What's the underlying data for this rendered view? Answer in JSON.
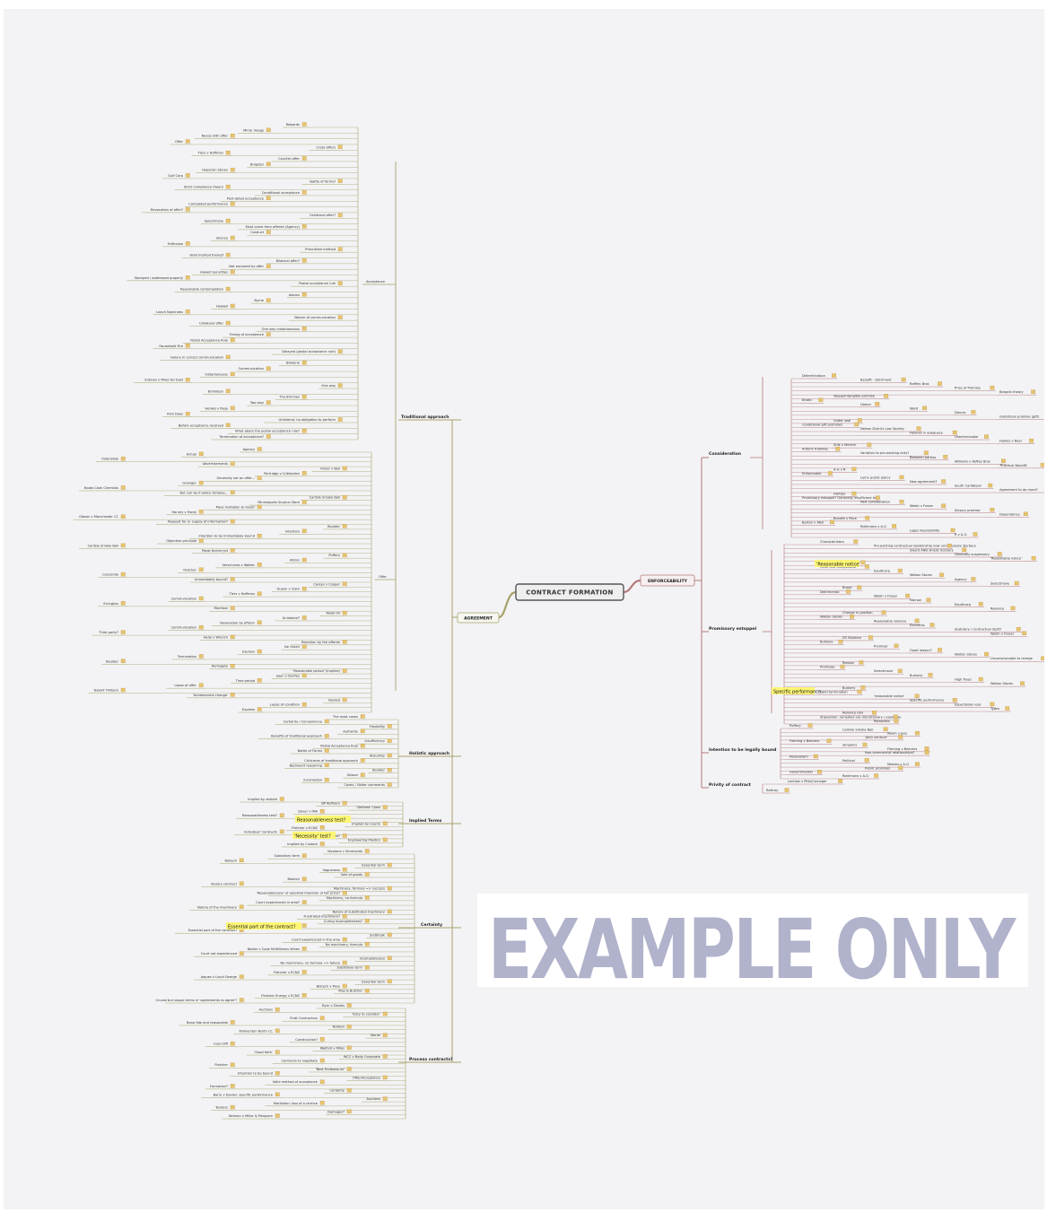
{
  "root": "CONTRACT FORMATION",
  "watermark": "EXAMPLE ONLY",
  "agreement": {
    "label": "AGREEMENT",
    "branches": [
      "Traditional approach",
      "Holistic approach",
      "Implied Terms",
      "Certainty",
      "Process contracts?"
    ],
    "traditional": {
      "acceptance": "Acceptance",
      "offer": "Offer",
      "nodes": [
        "Rewards",
        "Mirror image",
        "Nexus with offer",
        "Offer",
        "Cross-offers",
        "Tiers v Hoffman",
        "Counter-offer",
        "Brogden",
        "Hyperion Stores",
        "Gulf Corp",
        "Battle of forms?",
        "Strict compliance theory",
        "Conditional acceptance",
        "Post-dated acceptance",
        "Completed performance",
        "Revocation of offer?",
        "Unilateral offer?",
        "Selectmove",
        "Must come from offeree (Agency)",
        "Conduct",
        "Silence",
        "Felthouse",
        "Prescribed method",
        "Valid method thereof",
        "Bilateral offer?",
        "Not excluded by offer",
        "Howell Securities",
        "Stamped / addressed properly",
        "Postal acceptance rule",
        "Reasonable contemplation",
        "Adams",
        "Byrne",
        "Holwell",
        "Leach Nominees",
        "Waiver of communication",
        "Unilateral offer",
        "One way instantaneous",
        "Timing of acceptance",
        "Postal Acceptance Rule",
        "Household Fire",
        "Delayed (postal acceptance rule)",
        "Failure in correct communication",
        "Bilateral",
        "Communication",
        "Instantaneous",
        "Entores v Miles Far East",
        "One way",
        "Brinkibon",
        "The Brimnes",
        "Two way",
        "Henkel v Pape",
        "Rick Dees",
        "Unilateral: no obligation to perform",
        "Before acceptance received",
        "What about the postal acceptance rule?",
        "Termination of acceptance?"
      ],
      "offer_nodes": [
        "Agency",
        "Actual",
        "Ostensible",
        "Advertisements",
        "Fisher v Bell",
        "Partridge v Crittenden",
        "Generally not an offer...",
        "Grainger",
        "Boots Cash Chemists",
        "But can be if policy dictates...",
        "Carlisle Smoke Ball",
        "Minneapolis Surplus Store",
        "Mere invitation to treat?",
        "Harvey v Facey",
        "Gibson v Manchester CC",
        "Request for or supply of information?",
        "Boulder",
        "Intention",
        "Intention to be immediately bound",
        "Objective principle",
        "Carlisle Smoke Ball",
        "Pepsi Harrier Jet",
        "Puffery",
        "Atkins",
        "Verschures v Walker",
        "Fletcher",
        "Concordia",
        "Immediately bound?",
        "Careys v Cooper",
        "Queen v Clark",
        "Tiers v Hoffman",
        "Communication",
        "Errington",
        "Morrison",
        "Mobil Oil",
        "Unilateral?",
        "Revocation by offeror",
        "Communication",
        "Third party?",
        "Hyde v Wrench",
        "Rejection by the offeree",
        "De Groen",
        "Express",
        "Termination",
        "Boulder",
        "Ramsgate",
        "'Reasonable period' (Implied)",
        "Sean v Dunfey",
        "Time period",
        "Lapse of offer",
        "Dysart Timbers",
        "'fundamental change'",
        "Implied",
        "Lapse of condition",
        "Express"
      ]
    },
    "holistic": [
      "The most cases",
      "Certainty / Convenience",
      "Flexibility",
      "Authority",
      "Benefits of traditional approach",
      "Insufficiency",
      "Postal Acceptance Rule",
      "Battle of Forms",
      "Absurdity",
      "Criticisms of traditional approach",
      "Backward reasoning",
      "Boulder",
      "Gibson",
      "Eurymedon",
      "Cases / Obiter comments"
    ],
    "implied": [
      "Implied by statute",
      "BP Refinery",
      "'Defined' Class",
      "Dover v IMA",
      "Reasonableness test?",
      "Tai Hing Cotton Mill",
      "Implied by Courts",
      "Fletcher v ECNZ",
      "Individual' Contracts",
      "'Necessity' test?",
      "Engineering Plastics",
      "Implied by Custom"
    ],
    "certainty": [
      "Nicolene v Simmonds",
      "Subsidiary term",
      "Biotech",
      "Essential term",
      "Vagueness",
      "Sale of goods",
      "Biotech",
      "Illusory contract",
      "Machinery, formula => success",
      "'Reasonableness' of assorted intention of fair price?",
      "Machinery, no formula",
      "Court experienced in area?",
      "Nature of the machinery",
      "Nature of substituted machinery",
      "Frustrated machinery?",
      "Curing incompleteness?",
      "Nature of the prescribed formula",
      "Essential part of the contract?",
      "Sudbrook",
      "Court experienced in the area",
      "No machinery, formula",
      "Nation v Cook McWilliams Wines",
      "Court not experienced",
      "Incompleteness",
      "No machinery, no formula => failure",
      "Subsidiary term",
      "Fletcher v ECNZ",
      "Jaques v Lloyd George",
      "Essential term",
      "Biotech v Pace",
      "May & Butcher",
      "Fletcher Energy v ECNZ",
      "Crucial but vague terms in 'agreements to agree'?"
    ],
    "process": [
      "Byrn v Davies",
      "Auctions",
      "'Duty to consider'",
      "Pratt Contractors",
      "Bona fide and reasonable",
      "Tenders",
      "Palmerston North CC",
      "Moriel",
      "Construction?",
      "Coal Cliff",
      "Walford v Miles",
      "'Good faith'",
      "WCC v Body Corporate",
      "Contracts to negotiate",
      "Fletcher",
      "'Best Endeavours'",
      "Intention to be bound",
      "Offer/Acceptance",
      "Valid method of acceptance",
      "Formation?",
      "Certainty",
      "Barry v Davies: specific performance",
      "Auctions",
      "Markholm: loss of a chance",
      "Tenders",
      "Damages?",
      "Beiman v Miller & Pedgram"
    ]
  },
  "enforceability": {
    "label": "ENFORCEABILITY",
    "branches": [
      "Consideration",
      "Promissory estoppel",
      "Intention to be legally bound",
      "Privity of contract"
    ],
    "consideration": [
      "Determination",
      "Benefit - Detriment",
      "Raffley Bros",
      "Price of Promise",
      "Bargain theory",
      "Vague/intangible promise",
      "Bhatti",
      "Hamer",
      "Ward",
      "Dennis",
      "Gratuitous promise (gift)",
      "Under seal",
      "Conditional gift promises",
      "Nelson District Law Society",
      "Failures in adequacy",
      "Unenforceable",
      "Foakes v Beer",
      "Stilk v Merrick",
      "Antons Trawling",
      "Variation to pre-existing duty?",
      "Between parties",
      "Williams v Roffey Bros",
      "'Practical Benefit'",
      "A-G v R",
      "Enforceable",
      "Lemv public policy",
      "New agreement?",
      "South Caribbean",
      "Agreement to do more?",
      "Hartley",
      "Promissory estoppel? Generally insufficient here",
      "Past consideration",
      "Walsh v Fraser",
      "Illusory promise",
      "Dependence",
      "Bonetti v Pace",
      "Barton v ANZ",
      "Rothmans v A-G",
      "Legal impossibility",
      "R v A-G"
    ],
    "estoppel": [
      "Characteristics",
      "Pre-existing contractual relationship now unnecessary: Burbery",
      "Sword AND shield: Burbery",
      "Generally suspensory",
      "'Reasonable notice'",
      "Promise",
      "Clear and unequivocal",
      "Equiticorp",
      "Walton Stores",
      "Agency",
      "Selectmove",
      "Broad",
      "Detrimental",
      "Walsh v Fraser",
      "Narrow",
      "Equiticorp",
      "Reliance",
      "Change in position",
      "Walton Stores",
      "Reasonable reliance",
      "Elements",
      "Statutory / contractual right?",
      "Walsh v Fraser",
      "DC Builders",
      "Burbery",
      "Promisor",
      "Good reason?",
      "Walton Stores",
      "Unconscionable to renege",
      "Reason",
      "Promisee",
      "Selectmove",
      "Burbery",
      "High Trees",
      "Walton Stores",
      "Burbery",
      "Valid termination",
      "'reasonable notice'",
      "Specific performance",
      "Expectation loss",
      "Types",
      "Reliance loss",
      "Stipulation: remedies are discretionary / equitable",
      "Remedies"
    ],
    "intention": [
      "Puffery",
      "Carlisle Smoke Ball",
      "Walsh v Jess",
      "'Joint venture'",
      "Fleming v Beevers",
      "Simpkins",
      "Fleming v Beevers",
      "Non-commercial relationships?",
      "Pedavoliam",
      "Political",
      "Meates v A-G",
      "Public promises",
      "Governmental",
      "Rothmans v A-G"
    ],
    "privity": [
      "Lactlaw v Pitts/Carnegie",
      "Rattray"
    ]
  },
  "colors": {
    "line_agreement": "#a7a26a",
    "line_enforce": "#b47a7a",
    "root_border": "#555555",
    "highlight": "#fdf675",
    "icon": "#e8c470",
    "watermark": "#b1b2cb"
  }
}
